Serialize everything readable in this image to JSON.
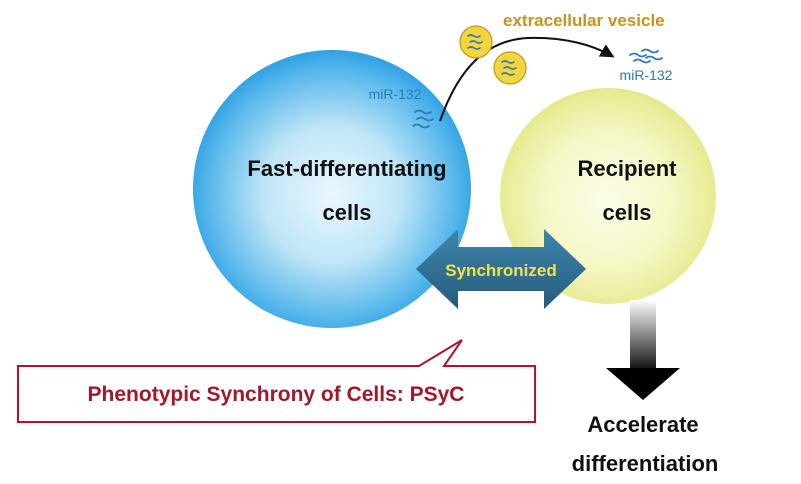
{
  "diagram": {
    "left_cell": {
      "line1": "Fast-differentiating",
      "line2": "cells",
      "mirna_label": "miR-132"
    },
    "right_cell": {
      "line1": "Recipient",
      "line2": "cells",
      "mirna_label": "miR-132"
    },
    "vesicle_label": "extracellular vesicle",
    "sync_label": "Synchronized",
    "callout_label": "Phenotypic Synchrony of Cells: PSyC",
    "outcome": {
      "line1": "Accelerate",
      "line2": "differentiation"
    },
    "colors": {
      "left_cell": "#2aa3e6",
      "right_cell": "#e8ec8a",
      "sync_arrow": "#2f6f95",
      "sync_text": "#f2e24a",
      "vesicle_text": "#c8921c",
      "vesicle_fill": "#f4d63c",
      "callout_text": "#a3172d",
      "callout_border": "#b0142a",
      "mirna": "#2b7bbd"
    },
    "icons": [
      "mirna-strand-icon",
      "vesicle-icon",
      "transfer-arrow-icon",
      "double-arrow-icon",
      "down-arrow-icon"
    ]
  }
}
